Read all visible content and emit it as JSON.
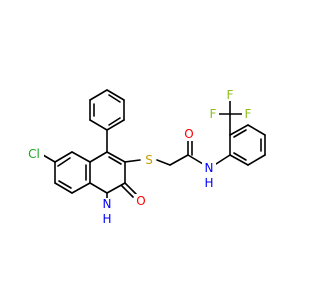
{
  "molecule": {
    "atoms": [
      {
        "id": "cl",
        "label": "Cl",
        "color": "#1fa61f"
      },
      {
        "id": "o_ring",
        "label": "O",
        "color": "#ff0000"
      },
      {
        "id": "nh",
        "label": "NH",
        "sub": "H",
        "color": "#0000ff"
      },
      {
        "id": "s",
        "label": "S",
        "color": "#c8a000"
      },
      {
        "id": "o_amide",
        "label": "O",
        "color": "#ff0000"
      },
      {
        "id": "n_amide",
        "label": "N",
        "sub": "H",
        "color": "#0000ff"
      },
      {
        "id": "f1",
        "label": "F",
        "color": "#8fbf1f"
      },
      {
        "id": "f2",
        "label": "F",
        "color": "#8fbf1f"
      },
      {
        "id": "f3",
        "label": "F",
        "color": "#8fbf1f"
      }
    ],
    "bond_color": "#000000"
  }
}
